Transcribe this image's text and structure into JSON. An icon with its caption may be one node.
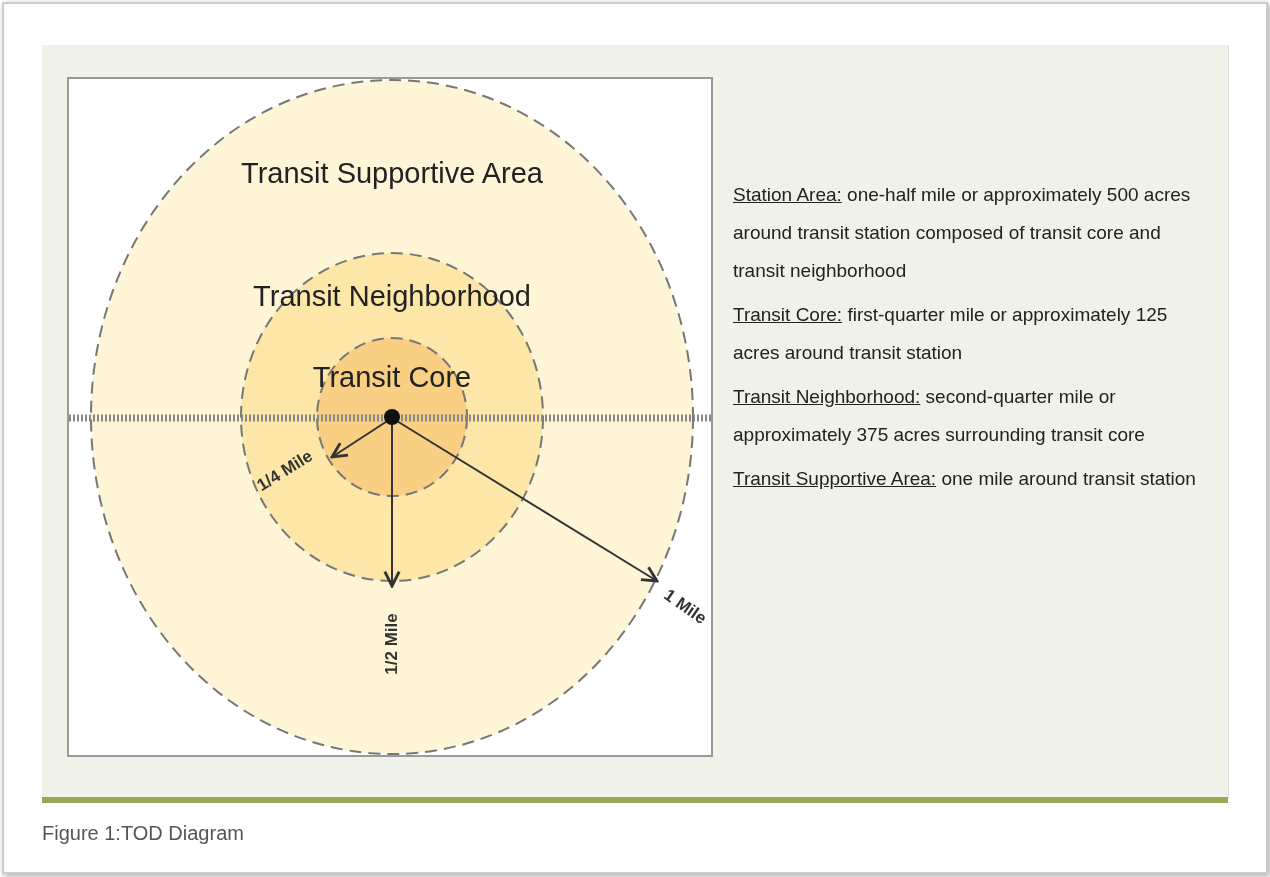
{
  "diagram": {
    "caption": "Figure 1:TOD Diagram",
    "nodes": [
      {
        "text": [
          "Transit Supportive Area"
        ]
      },
      {
        "text": [
          "Transit Neighborhood"
        ],
        "in": 0
      },
      {
        "text": [
          "Transit Core"
        ],
        "in": 1
      },
      {
        "text": [],
        "shape": "circle",
        "in": 2
      }
    ],
    "labels": [
      "1/4 Mile",
      "1/2 Mile",
      "1 Mile",
      "Station Area: one-half mile or approximately 500 acres around transit station composed of transit core and transit neighborhood",
      "Transit Core: first-quarter mile or approximately 125 acres around transit station",
      "Transit Neighborhood: second-quarter mile or approximately 375 acres surrounding transit core",
      "Transit Supportive Area: one mile around transit station"
    ]
  }
}
